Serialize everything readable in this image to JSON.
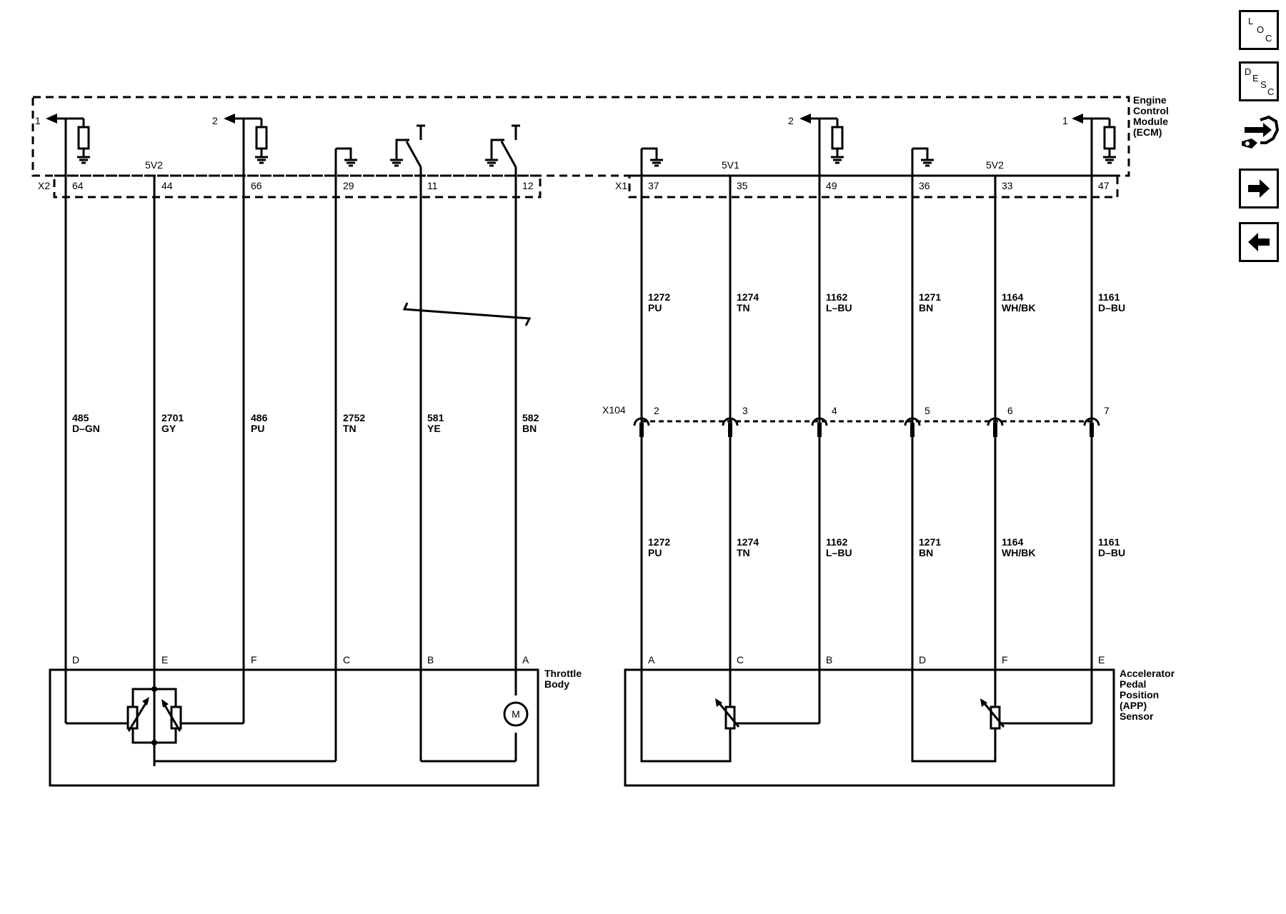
{
  "modules": {
    "ecm": "Engine Control Module (ECM)",
    "throttle_body": "Throttle Body",
    "app_sensor": "Accelerator Pedal Position (APP) Sensor"
  },
  "connectors": {
    "ecm_left": "X2",
    "ecm_right": "X1",
    "inline": "X104"
  },
  "refs": [
    "5V2",
    "5V1",
    "5V2"
  ],
  "ecm_left_circuits": [
    {
      "ecm_pin": "64",
      "circuit": "485",
      "color": "D–GN",
      "device_pin": "D",
      "ref": "1"
    },
    {
      "ecm_pin": "44",
      "circuit": "2701",
      "color": "GY",
      "device_pin": "E",
      "ref": ""
    },
    {
      "ecm_pin": "66",
      "circuit": "486",
      "color": "PU",
      "device_pin": "F",
      "ref": "2"
    },
    {
      "ecm_pin": "29",
      "circuit": "2752",
      "color": "TN",
      "device_pin": "C",
      "ref": ""
    },
    {
      "ecm_pin": "11",
      "circuit": "581",
      "color": "YE",
      "device_pin": "B",
      "ref": ""
    },
    {
      "ecm_pin": "12",
      "circuit": "582",
      "color": "BN",
      "device_pin": "A",
      "ref": ""
    }
  ],
  "ecm_right_circuits": [
    {
      "ecm_pin": "37",
      "circuit": "1272",
      "color": "PU",
      "x104_pin": "2",
      "device_pin": "A",
      "ref": ""
    },
    {
      "ecm_pin": "35",
      "circuit": "1274",
      "color": "TN",
      "x104_pin": "3",
      "device_pin": "C",
      "ref": ""
    },
    {
      "ecm_pin": "49",
      "circuit": "1162",
      "color": "L–BU",
      "x104_pin": "4",
      "device_pin": "B",
      "ref": "2"
    },
    {
      "ecm_pin": "36",
      "circuit": "1271",
      "color": "BN",
      "x104_pin": "5",
      "device_pin": "D",
      "ref": ""
    },
    {
      "ecm_pin": "33",
      "circuit": "1164",
      "color": "WH/BK",
      "x104_pin": "6",
      "device_pin": "F",
      "ref": ""
    },
    {
      "ecm_pin": "47",
      "circuit": "1161",
      "color": "D–BU",
      "x104_pin": "7",
      "device_pin": "E",
      "ref": "1"
    }
  ],
  "motor_symbol": "M",
  "sidebar": {
    "loc": {
      "l1": "L",
      "l2": "O",
      "l3": "C"
    },
    "desc": {
      "l1": "D",
      "l2": "E",
      "l3": "S",
      "l4": "C"
    },
    "icons": [
      "service-tool-icon",
      "arrow-right-icon",
      "arrow-left-icon"
    ]
  }
}
